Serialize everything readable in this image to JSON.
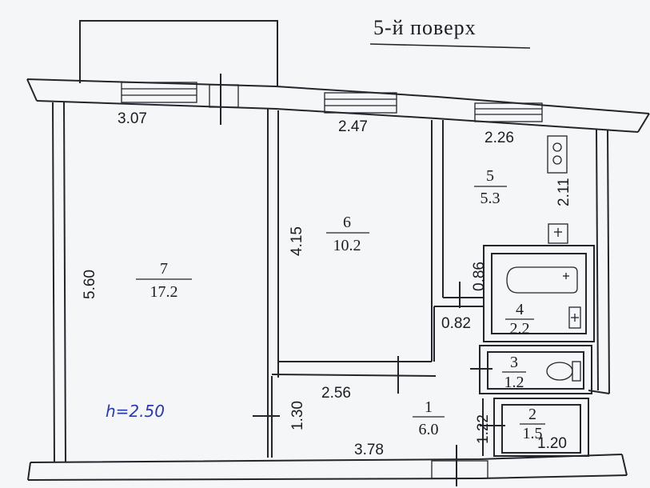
{
  "plan": {
    "floor_title": "5-й поверх",
    "ceiling_height_note": "h=2.50",
    "rooms": [
      {
        "id": "1",
        "number": "1",
        "area": "6.0"
      },
      {
        "id": "2",
        "number": "2",
        "area": "1.5"
      },
      {
        "id": "3",
        "number": "3",
        "area": "1.2"
      },
      {
        "id": "4",
        "number": "4",
        "area": "2.2"
      },
      {
        "id": "5",
        "number": "5",
        "area": "5.3"
      },
      {
        "id": "6",
        "number": "6",
        "area": "10.2"
      },
      {
        "id": "7",
        "number": "7",
        "area": "17.2"
      }
    ],
    "dimensions": {
      "room7_width": "3.07",
      "room7_length": "5.60",
      "room6_width": "2.47",
      "room6_length": "4.15",
      "room5_width": "2.26",
      "room5_length": "2.11",
      "bath_depth": "0.86",
      "bath_width": "0.82",
      "hall_upper_width": "2.56",
      "hall_depth": "1.30",
      "hall_lower_width": "3.78",
      "closet_depth": "1.22",
      "closet_width": "1.20"
    }
  }
}
